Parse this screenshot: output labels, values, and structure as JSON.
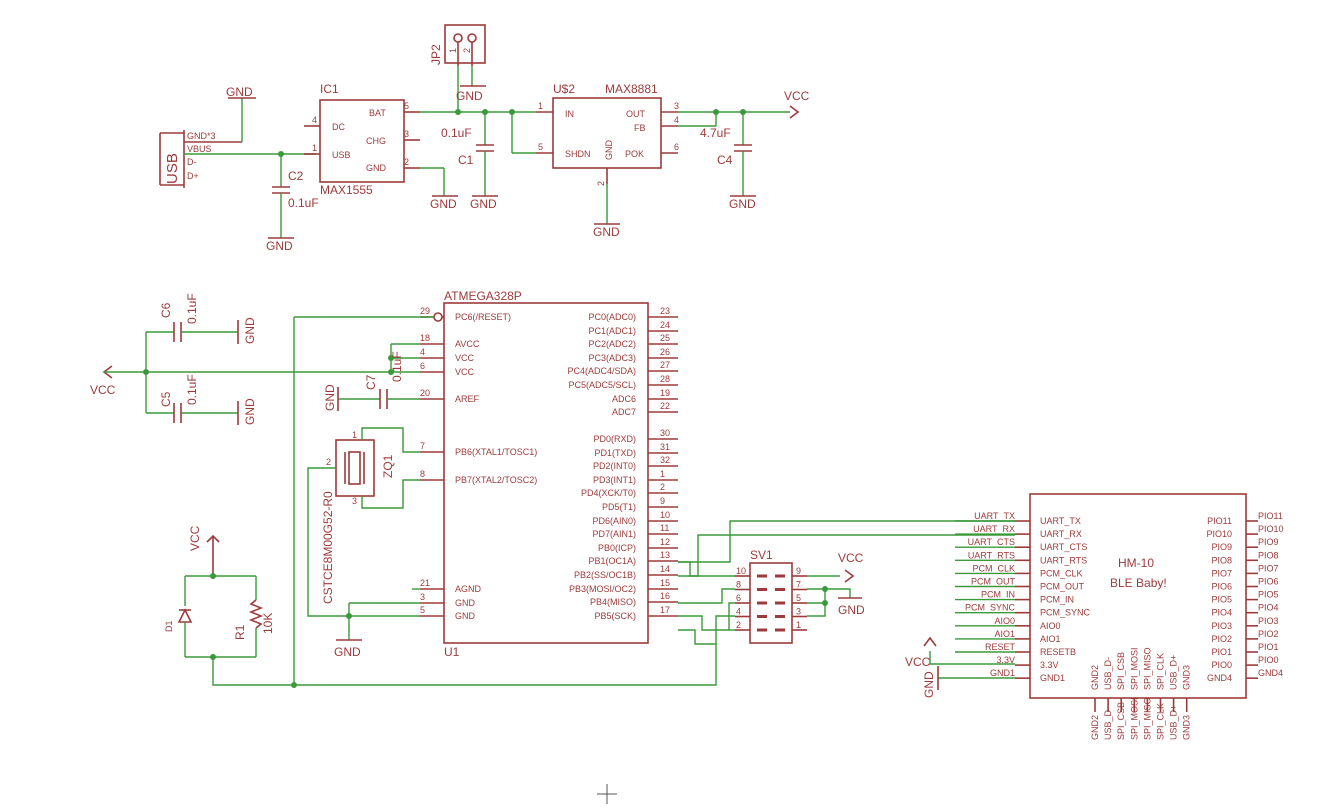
{
  "ic1": {
    "name": "IC1",
    "value": "MAX1555",
    "pins": {
      "dc": "DC",
      "usb": "USB",
      "bat": "BAT",
      "chg": "CHG",
      "gnd": "GND"
    },
    "nums": {
      "dc": "4",
      "usb": "1",
      "bat": "5",
      "chg": "3",
      "gnd": "2"
    }
  },
  "usb": {
    "label": "USB",
    "pins": [
      "GND*3",
      "VBUS",
      "D-",
      "D+"
    ]
  },
  "jp2": {
    "name": "JP2",
    "p1": "1",
    "p2": "2"
  },
  "u2": {
    "name": "U$2",
    "value": "MAX8881",
    "pins": {
      "in": "IN",
      "out": "OUT",
      "fb": "FB",
      "shdn": "SHDN",
      "gnd": "GND",
      "pok": "POK"
    },
    "nums": {
      "in": "1",
      "out": "3",
      "fb": "4",
      "shdn": "5",
      "gnd": "2",
      "pok": "6"
    }
  },
  "caps": {
    "c1": "C1",
    "c1v": "0.1uF",
    "c2": "C2",
    "c2v": "0.1uF",
    "c4": "C4",
    "c4v": "4.7uF",
    "c5": "C5",
    "c5v": "0.1uF",
    "c6": "C6",
    "c6v": "0.1uF",
    "c7": "C7",
    "c7v": "0.1uF"
  },
  "net": {
    "gnd": "GND",
    "vcc": "VCC"
  },
  "u1": {
    "name": "U1",
    "value": "ATMEGA328P",
    "left": [
      {
        "n": "29",
        "l": "PC6(/RESET)"
      },
      {
        "n": "18",
        "l": "AVCC"
      },
      {
        "n": "4",
        "l": "VCC"
      },
      {
        "n": "6",
        "l": "VCC"
      },
      {
        "n": "20",
        "l": "AREF"
      },
      {
        "n": "7",
        "l": "PB6(XTAL1/TOSC1)"
      },
      {
        "n": "8",
        "l": "PB7(XTAL2/TOSC2)"
      },
      {
        "n": "21",
        "l": "AGND"
      },
      {
        "n": "3",
        "l": "GND"
      },
      {
        "n": "5",
        "l": "GND"
      }
    ],
    "right": [
      {
        "n": "23",
        "l": "PC0(ADC0)"
      },
      {
        "n": "24",
        "l": "PC1(ADC1)"
      },
      {
        "n": "25",
        "l": "PC2(ADC2)"
      },
      {
        "n": "26",
        "l": "PC3(ADC3)"
      },
      {
        "n": "27",
        "l": "PC4(ADC4/SDA)"
      },
      {
        "n": "28",
        "l": "PC5(ADC5/SCL)"
      },
      {
        "n": "19",
        "l": "ADC6"
      },
      {
        "n": "22",
        "l": "ADC7"
      },
      {
        "n": "30",
        "l": "PD0(RXD)"
      },
      {
        "n": "31",
        "l": "PD1(TXD)"
      },
      {
        "n": "32",
        "l": "PD2(INT0)"
      },
      {
        "n": "1",
        "l": "PD3(INT1)"
      },
      {
        "n": "2",
        "l": "PD4(XCK/T0)"
      },
      {
        "n": "9",
        "l": "PD5(T1)"
      },
      {
        "n": "10",
        "l": "PD6(AIN0)"
      },
      {
        "n": "11",
        "l": "PD7(AIN1)"
      },
      {
        "n": "12",
        "l": "PB0(ICP)"
      },
      {
        "n": "13",
        "l": "PB1(OC1A)"
      },
      {
        "n": "14",
        "l": "PB2(SS/OC1B)"
      },
      {
        "n": "15",
        "l": "PB3(MOSI/OC2)"
      },
      {
        "n": "16",
        "l": "PB4(MISO)"
      },
      {
        "n": "17",
        "l": "PB5(SCK)"
      }
    ]
  },
  "zq1": {
    "name": "ZQ1",
    "value": "CSTCE8M00G52-R0",
    "p1": "1",
    "p2": "2",
    "p3": "3"
  },
  "sv1": {
    "name": "SV1",
    "left": [
      "10",
      "8",
      "6",
      "4",
      "2"
    ],
    "right": [
      "9",
      "7",
      "5",
      "3",
      "1"
    ]
  },
  "d1": {
    "name": "D1"
  },
  "r1": {
    "name": "R1",
    "value": "10K"
  },
  "hm10": {
    "title": "HM-10",
    "subtitle": "BLE Baby!",
    "left": [
      "UART_TX",
      "UART_RX",
      "UART_CTS",
      "UART_RTS",
      "PCM_CLK",
      "PCM_OUT",
      "PCM_IN",
      "PCM_SYNC",
      "AIO0",
      "AIO1",
      "RESETB",
      "3.3V",
      "GND1"
    ],
    "leftNets": [
      "UART_TX",
      "UART_RX",
      "UART_CTS",
      "UART_RTS",
      "PCM_CLK",
      "PCM_OUT",
      "PCM_IN",
      "PCM_SYNC",
      "AIO0",
      "AIO1",
      "RESET",
      "3.3V",
      "GND1"
    ],
    "right": [
      "PIO11",
      "PIO10",
      "PIO9",
      "PIO8",
      "PIO7",
      "PIO6",
      "PIO5",
      "PIO4",
      "PIO3",
      "PIO2",
      "PIO1",
      "PIO0",
      "GND4"
    ],
    "bottom": [
      "GND2",
      "USB_D-",
      "SPI_CSB",
      "SPI_MOSI",
      "SPI_MISO",
      "SPI_CLK",
      "USB_D+",
      "GND3"
    ]
  }
}
